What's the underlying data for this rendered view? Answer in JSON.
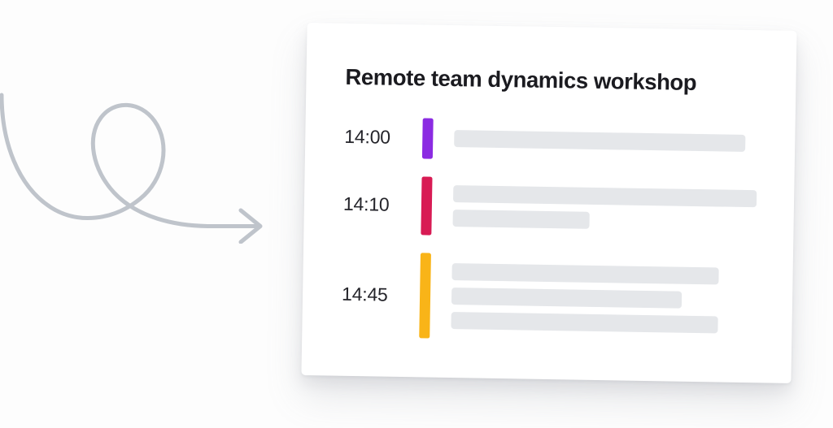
{
  "card": {
    "title": "Remote team dynamics workshop",
    "background": "#ffffff",
    "rows": [
      {
        "time": "14:00",
        "accent_color": "#8B2BE2",
        "accent_name": "purple",
        "line_widths": [
          "96%"
        ],
        "line_count": 1
      },
      {
        "time": "14:10",
        "accent_color": "#D81B54",
        "accent_name": "crimson",
        "line_widths": [
          "100%",
          "45%"
        ],
        "line_count": 2
      },
      {
        "time": "14:45",
        "accent_color": "#F9B418",
        "accent_name": "amber",
        "line_widths": [
          "88%",
          "76%",
          "88%"
        ],
        "line_count": 3
      }
    ]
  },
  "decoration": {
    "arrow_name": "curved-looping-arrow",
    "arrow_color": "#BFC4CB",
    "arrow_stroke_width": 5
  },
  "page": {
    "background": "#fdfdfd"
  }
}
